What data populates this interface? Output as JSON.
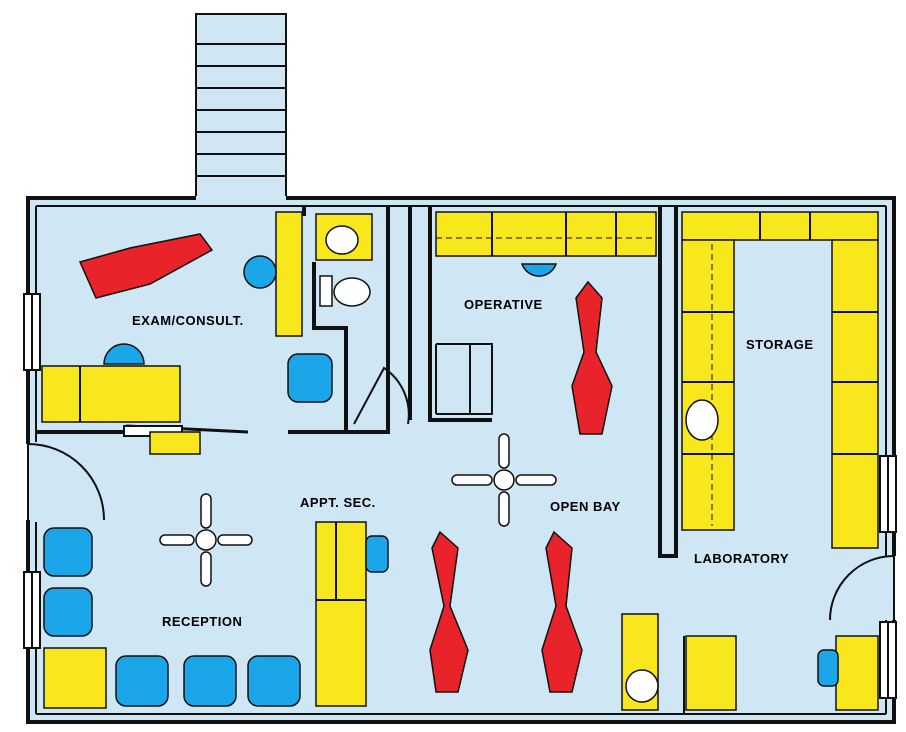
{
  "colors": {
    "floor": "#cfe6f5",
    "wall": "#111111",
    "counter": "#f8e71c",
    "chair": "#1aa6e8",
    "dental_chair": "#e8232a",
    "fixture": "#ffffff",
    "stairs": "#cfe6f5"
  },
  "rooms": {
    "exam": "EXAM/CONSULT.",
    "operative": "OPERATIVE",
    "storage": "STORAGE",
    "appt": "APPT. SEC.",
    "open_bay": "OPEN BAY",
    "laboratory": "LABORATORY",
    "reception": "RECEPTION"
  },
  "icons": {
    "dental_chair": "dental-chair-icon",
    "stool": "stool-icon",
    "armchair": "armchair-icon",
    "fan": "ceiling-fan-icon",
    "sink": "sink-icon",
    "toilet": "toilet-icon"
  }
}
